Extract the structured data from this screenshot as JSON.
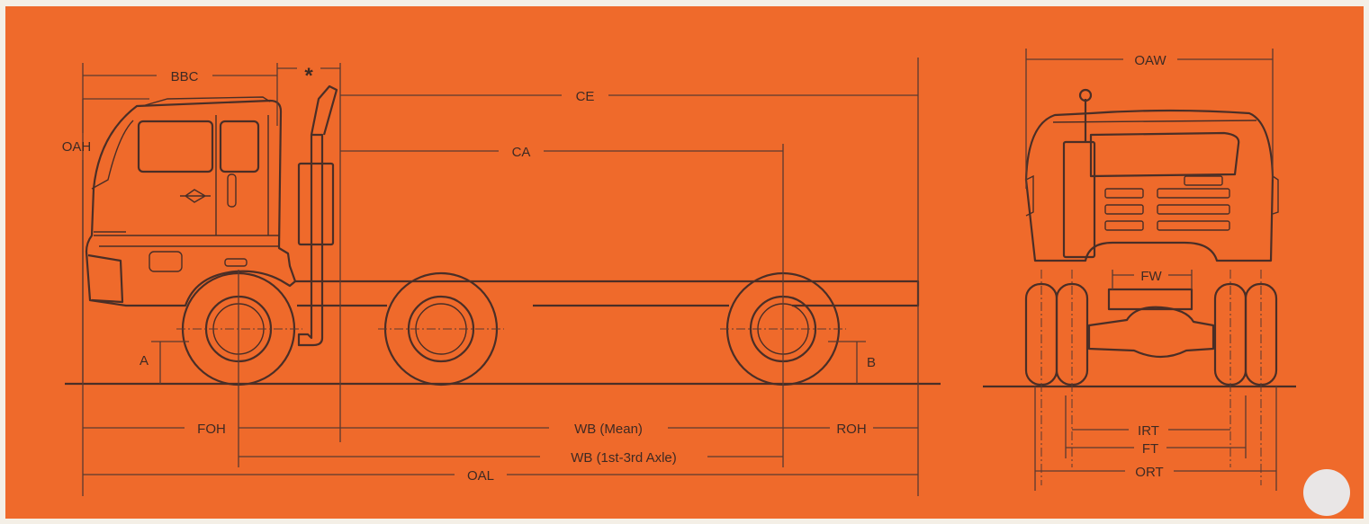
{
  "colors": {
    "panel": "#ef6a2b",
    "line": "#4a2e26",
    "paper": "#f4efe6"
  },
  "labels": {
    "bbc": "BBC",
    "star": "*",
    "ce": "CE",
    "oah": "OAH",
    "ca": "CA",
    "a": "A",
    "b": "B",
    "foh": "FOH",
    "wb_mean": "WB (Mean)",
    "roh": "ROH",
    "wb_1st_3rd": "WB (1st-3rd Axle)",
    "oal": "OAL",
    "oaw": "OAW",
    "fw": "FW",
    "irt": "IRT",
    "ft": "FT",
    "ort": "ORT"
  }
}
